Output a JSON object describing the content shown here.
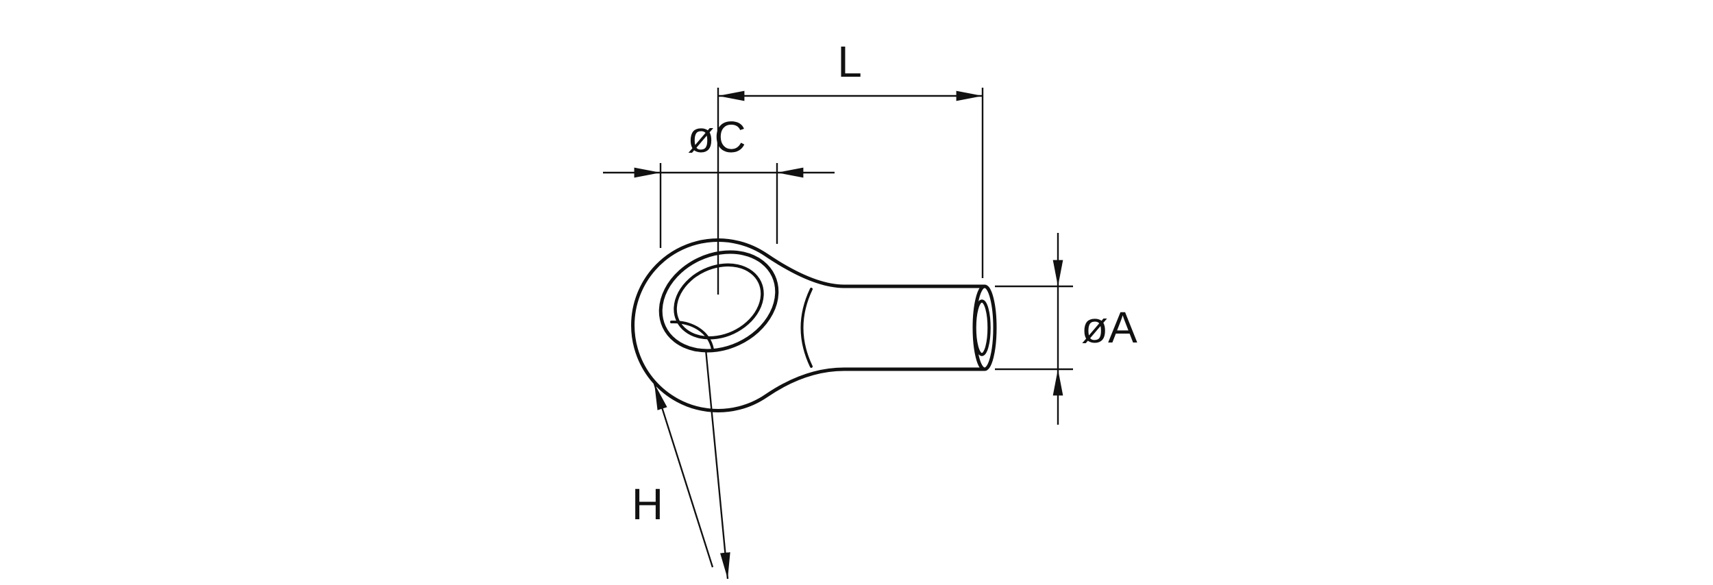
{
  "drawing": {
    "labels": {
      "length": "L",
      "eye_bore_diameter": "øC",
      "tube_diameter": "øA",
      "eye_height": "H"
    },
    "colors": {
      "ink": "#111111",
      "background": "#ffffff"
    }
  }
}
